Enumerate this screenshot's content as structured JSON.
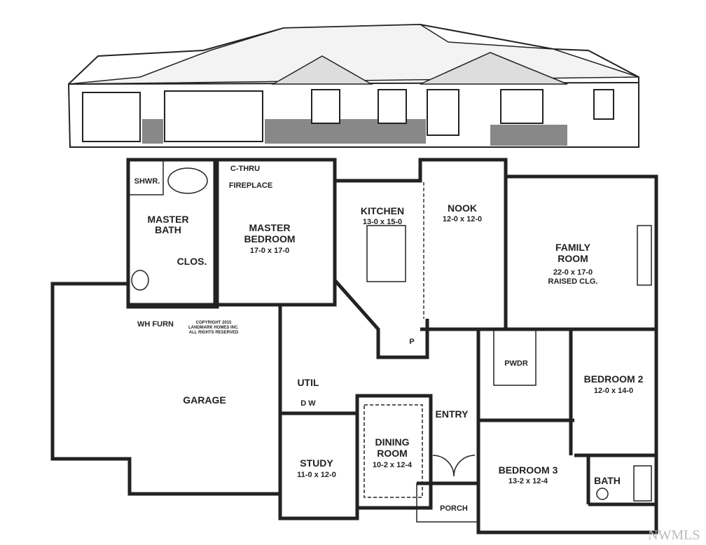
{
  "labels": {
    "fireplace": [
      "C-THRU",
      "FIREPLACE"
    ],
    "shower": "SHWR.",
    "master_bath": [
      "MASTER",
      "BATH"
    ],
    "closet": "CLOS.",
    "master_bedroom": {
      "name": [
        "MASTER",
        "BEDROOM"
      ],
      "size": "17-0 x 17-0"
    },
    "kitchen": {
      "name": "KITCHEN",
      "size": "13-0 x 15-0"
    },
    "nook": {
      "name": "NOOK",
      "size": "12-0 x 12-0"
    },
    "family_room": {
      "name": [
        "FAMILY",
        "ROOM"
      ],
      "size": "22-0 x 17-0",
      "note": "RAISED CLG."
    },
    "wh_furn": "WH FURN",
    "copyright": [
      "COPYRIGHT 2015",
      "LANDMARK HOMES INC.",
      "ALL RIGHTS RESERVED"
    ],
    "garage": "GARAGE",
    "util": "UTIL",
    "dw": "D  W",
    "pantry": "P",
    "pwdr": "PWDR",
    "bedroom2": {
      "name": "BEDROOM 2",
      "size": "12-0 x 14-0"
    },
    "entry": "ENTRY",
    "dining": {
      "name": [
        "DINING",
        "ROOM"
      ],
      "size": "10-2 x 12-4"
    },
    "study": {
      "name": "STUDY",
      "size": "11-0 x 12-0"
    },
    "bedroom3": {
      "name": "BEDROOM 3",
      "size": "13-2 x 12-4"
    },
    "bath": "BATH",
    "porch": "PORCH"
  },
  "watermark": "NWMLS",
  "colors": {
    "line": "#222222",
    "background": "#ffffff"
  }
}
